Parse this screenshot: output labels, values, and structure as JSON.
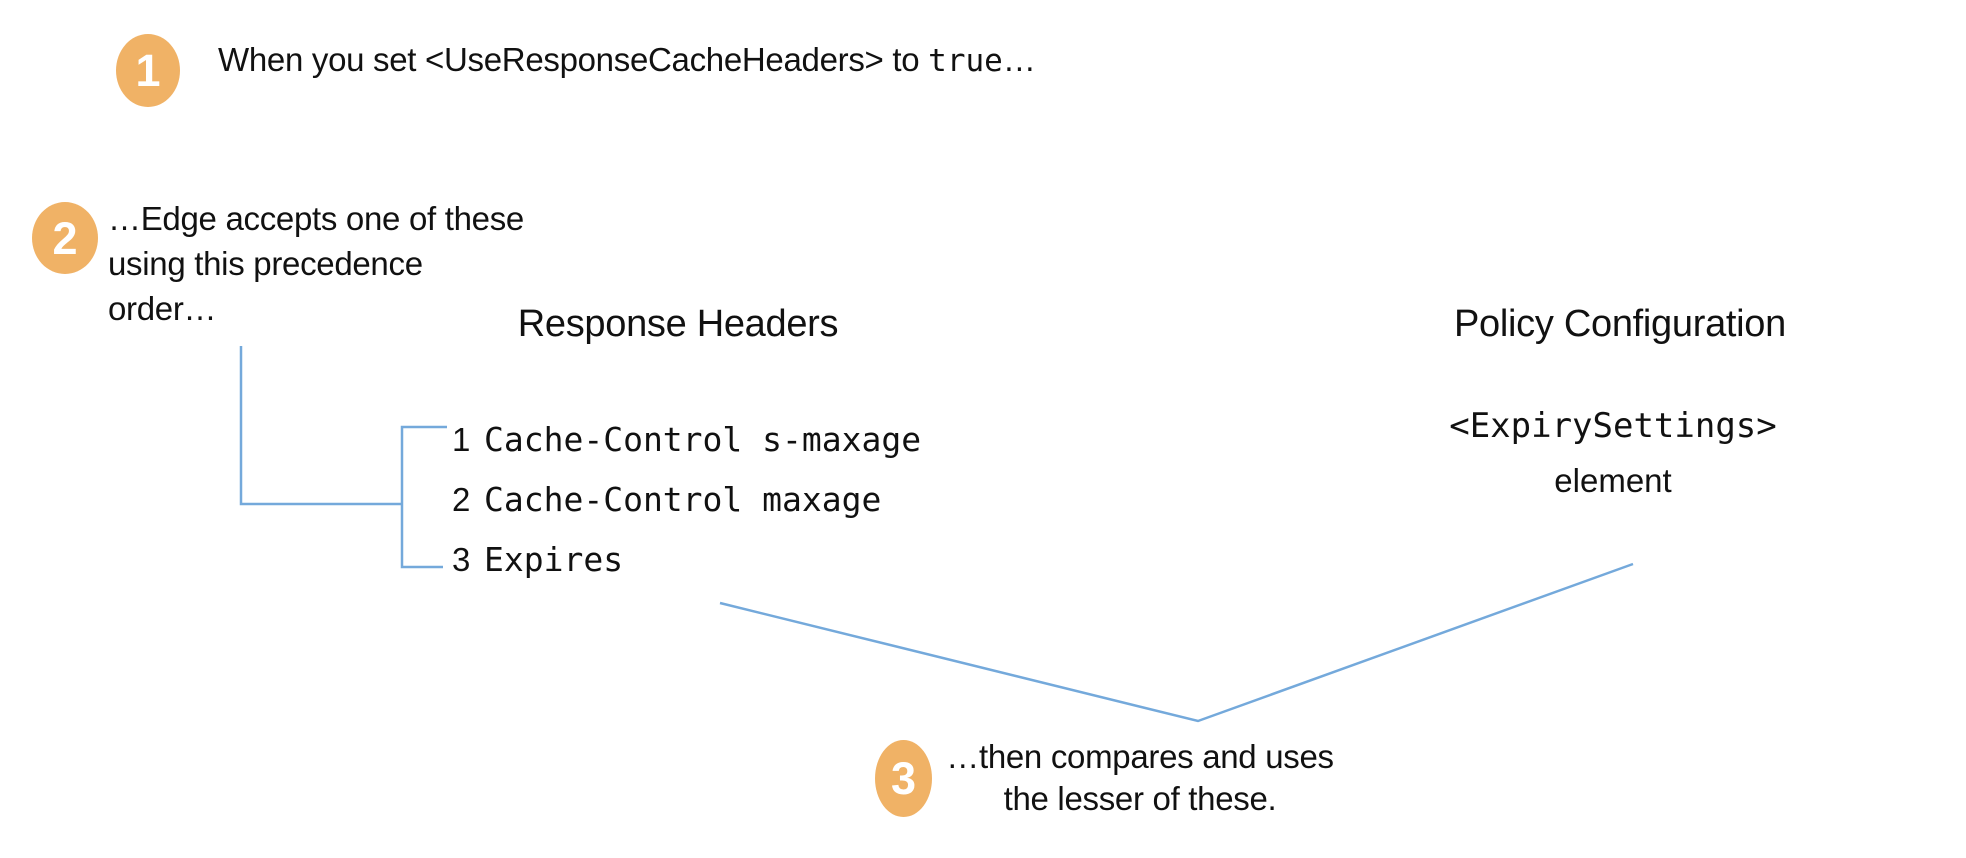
{
  "colors": {
    "badge_orange": "#f0b266",
    "connector_blue": "#74a9db",
    "text_black": "#111111",
    "background": "#ffffff"
  },
  "steps": [
    {
      "number": "1",
      "text_prefix": "When you set <UseResponseCacheHeaders> to ",
      "text_code": "true",
      "text_suffix": "…"
    },
    {
      "number": "2",
      "lines": [
        "…Edge accepts one of these",
        "using this precedence",
        "order…"
      ]
    },
    {
      "number": "3",
      "lines": [
        "…then compares and uses",
        "the lesser of these."
      ]
    }
  ],
  "response_headers": {
    "title": "Response Headers",
    "items": [
      {
        "rank": "1",
        "label": "Cache-Control s-maxage"
      },
      {
        "rank": "2",
        "label": "Cache-Control maxage"
      },
      {
        "rank": "3",
        "label": "Expires"
      }
    ]
  },
  "policy_configuration": {
    "title": "Policy Configuration",
    "code": "<ExpirySettings>",
    "caption": "element"
  }
}
